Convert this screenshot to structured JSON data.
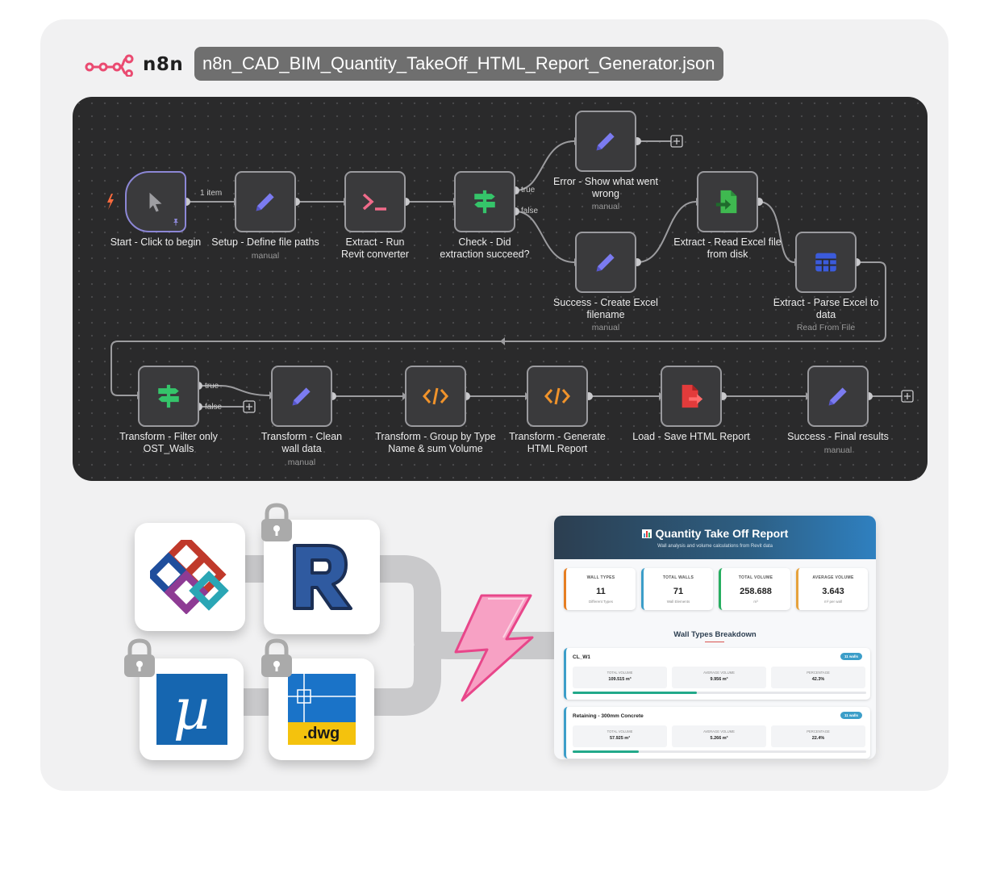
{
  "header": {
    "brand": "n8n",
    "file_name": "n8n_CAD_BIM_Quantity_TakeOff_HTML_Report_Generator.json"
  },
  "workflow": {
    "nodes": [
      {
        "label": "Start - Click to begin",
        "sub": ""
      },
      {
        "label": "Setup - Define file paths",
        "sub": "manual"
      },
      {
        "label": "Extract - Run Revit converter",
        "sub": ""
      },
      {
        "label": "Check - Did extraction succeed?",
        "sub": ""
      },
      {
        "label": "Error - Show what went wrong",
        "sub": "manual"
      },
      {
        "label": "Success - Create Excel filename",
        "sub": "manual"
      },
      {
        "label": "Extract - Read Excel file from disk",
        "sub": ""
      },
      {
        "label": "Extract - Parse Excel to data",
        "sub": "Read From File"
      },
      {
        "label": "Transform - Filter only OST_Walls",
        "sub": ""
      },
      {
        "label": "Transform - Clean wall data",
        "sub": "manual"
      },
      {
        "label": "Transform - Group by Type Name & sum Volume",
        "sub": ""
      },
      {
        "label": "Transform - Generate HTML Report",
        "sub": ""
      },
      {
        "label": "Load - Save HTML Report",
        "sub": ""
      },
      {
        "label": "Success - Final results",
        "sub": "manual"
      }
    ],
    "edge_labels": {
      "items": "1 item",
      "true1": "true",
      "false1": "false",
      "true2": "true",
      "false2": "false"
    }
  },
  "formats": {
    "dwg_label": ".dwg",
    "revit_letter": "R",
    "micro_letter": "µ"
  },
  "report": {
    "title": "Quantity Take Off Report",
    "subtitle": "Wall analysis and volume calculations from Revit data",
    "stats": [
      {
        "label": "WALL TYPES",
        "value": "11",
        "sub": "Different Types",
        "color": "#e67e22"
      },
      {
        "label": "TOTAL WALLS",
        "value": "71",
        "sub": "Wall Elements",
        "color": "#3c9ec9"
      },
      {
        "label": "TOTAL VOLUME",
        "value": "258.688",
        "sub": "m³",
        "color": "#27ae60"
      },
      {
        "label": "AVERAGE VOLUME",
        "value": "3.643",
        "sub": "m³ per wall",
        "color": "#e6a23c"
      }
    ],
    "breakdown_title": "Wall Types Breakdown",
    "wall_types": [
      {
        "name": "CL_W1",
        "badge": "11 walls",
        "total_label": "TOTAL VOLUME",
        "total": "109.515 m³",
        "avg_label": "AVERAGE VOLUME",
        "avg": "9.956 m³",
        "pct_label": "PERCENTAGE",
        "pct": "42.3%",
        "fraction": 0.423
      },
      {
        "name": "Retaining - 300mm Concrete",
        "badge": "11 walls",
        "total_label": "TOTAL VOLUME",
        "total": "57.925 m³",
        "avg_label": "AVERAGE VOLUME",
        "avg": "5.266 m³",
        "pct_label": "PERCENTAGE",
        "pct": "22.4%",
        "fraction": 0.224
      }
    ]
  },
  "colors": {
    "brand": "#ea4b71",
    "pencil": "#7b7bf0",
    "switch": "#35c46a",
    "code": "#f0932b",
    "excel": "#3fb950",
    "table": "#3b5bdb",
    "save": "#e23b3b"
  }
}
